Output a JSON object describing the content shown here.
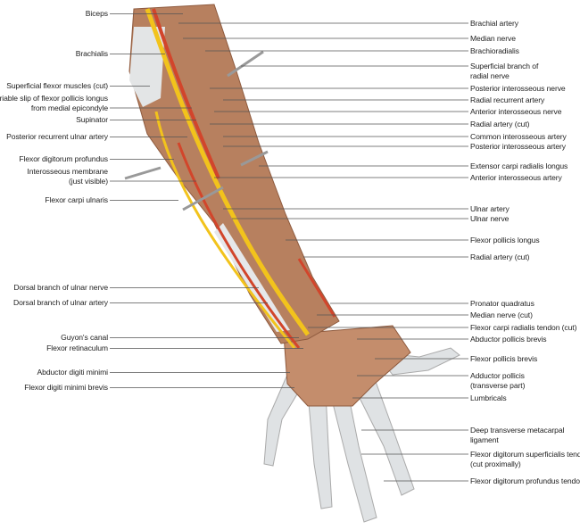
{
  "figure": {
    "left_labels": [
      {
        "lines": [
          "Biceps"
        ]
      },
      {
        "lines": [
          "Brachialis"
        ]
      },
      {
        "lines": [
          "Superficial flexor muscles (cut)"
        ]
      },
      {
        "lines": [
          "Variable slip of flexor pollicis longus",
          "from medial epicondyle"
        ]
      },
      {
        "lines": [
          "Supinator"
        ]
      },
      {
        "lines": [
          "Posterior recurrent ulnar artery"
        ]
      },
      {
        "lines": [
          "Flexor digitorum profundus"
        ]
      },
      {
        "lines": [
          "Interosseous membrane",
          "(just visible)"
        ]
      },
      {
        "lines": [
          "Flexor carpi ulnaris"
        ]
      },
      {
        "lines": [
          "Dorsal branch of ulnar nerve"
        ]
      },
      {
        "lines": [
          "Dorsal branch of ulnar artery"
        ]
      },
      {
        "lines": [
          "Guyon's canal"
        ]
      },
      {
        "lines": [
          "Flexor retinaculum"
        ]
      },
      {
        "lines": [
          "Abductor digiti minimi"
        ]
      },
      {
        "lines": [
          "Flexor digiti minimi brevis"
        ]
      }
    ],
    "right_labels": [
      {
        "lines": [
          "Brachial artery"
        ]
      },
      {
        "lines": [
          "Median nerve"
        ]
      },
      {
        "lines": [
          "Brachioradialis"
        ]
      },
      {
        "lines": [
          "Superficial branch of",
          "radial nerve"
        ]
      },
      {
        "lines": [
          "Posterior interosseous nerve"
        ]
      },
      {
        "lines": [
          "Radial recurrent artery"
        ]
      },
      {
        "lines": [
          "Anterior interosseous nerve"
        ]
      },
      {
        "lines": [
          "Radial artery (cut)"
        ]
      },
      {
        "lines": [
          "Common interosseous artery"
        ]
      },
      {
        "lines": [
          "Posterior interosseous artery"
        ]
      },
      {
        "lines": [
          "Extensor carpi radialis longus"
        ]
      },
      {
        "lines": [
          "Anterior interosseous artery"
        ]
      },
      {
        "lines": [
          "Ulnar artery"
        ]
      },
      {
        "lines": [
          "Ulnar nerve"
        ]
      },
      {
        "lines": [
          "Flexor pollicis longus"
        ]
      },
      {
        "lines": [
          "Radial artery (cut)"
        ]
      },
      {
        "lines": [
          "Pronator quadratus"
        ]
      },
      {
        "lines": [
          "Median nerve (cut)"
        ]
      },
      {
        "lines": [
          "Flexor carpi radialis tendon (cut)"
        ]
      },
      {
        "lines": [
          "Abductor pollicis brevis"
        ]
      },
      {
        "lines": [
          "Flexor pollicis brevis"
        ]
      },
      {
        "lines": [
          "Adductor pollicis",
          "(transverse part)"
        ]
      },
      {
        "lines": [
          "Lumbricals"
        ]
      },
      {
        "lines": [
          "Deep transverse metacarpal",
          "ligament"
        ]
      },
      {
        "lines": [
          "Flexor digitorum superficialis tendon",
          "(cut proximally)"
        ]
      },
      {
        "lines": [
          "Flexor digitorum profundus tendon"
        ]
      }
    ]
  },
  "colors": {
    "muscle": "#b7805f",
    "muscle_dark": "#8e5a3e",
    "tendon": "#e6e8ea",
    "nerve": "#f2c31c",
    "artery": "#d2452b",
    "leader": "#555555"
  }
}
